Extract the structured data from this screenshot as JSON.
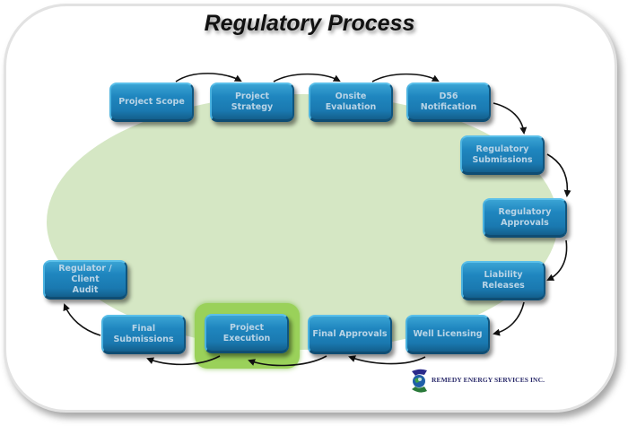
{
  "title": "Regulatory Process",
  "colors": {
    "box_fill": "#1f86bf",
    "box_text": "#b9d4e6",
    "ellipse": "#d5e7c4",
    "highlight": "#9ad15a",
    "arrow": "#111111"
  },
  "steps": [
    {
      "id": "project-scope",
      "label": "Project Scope"
    },
    {
      "id": "project-strategy",
      "label": "Project Strategy"
    },
    {
      "id": "onsite-evaluation",
      "label": "Onsite\nEvaluation"
    },
    {
      "id": "d56-notification",
      "label": "D56 Notification"
    },
    {
      "id": "regulatory-submissions",
      "label": "Regulatory\nSubmissions"
    },
    {
      "id": "regulatory-approvals",
      "label": "Regulatory\nApprovals"
    },
    {
      "id": "liability-releases",
      "label": "Liability\nReleases"
    },
    {
      "id": "well-licensing",
      "label": "Well Licensing"
    },
    {
      "id": "final-approvals",
      "label": "Final Approvals"
    },
    {
      "id": "project-execution",
      "label": "Project\nExecution",
      "highlighted": true
    },
    {
      "id": "final-submissions",
      "label": "Final Submissions"
    },
    {
      "id": "regulator-client-audit",
      "label": "Regulator / Client\nAudit"
    }
  ],
  "logo": {
    "company": "REMEDY ENERGY SERVICES INC.",
    "icon": "globe-e-logo-icon"
  }
}
